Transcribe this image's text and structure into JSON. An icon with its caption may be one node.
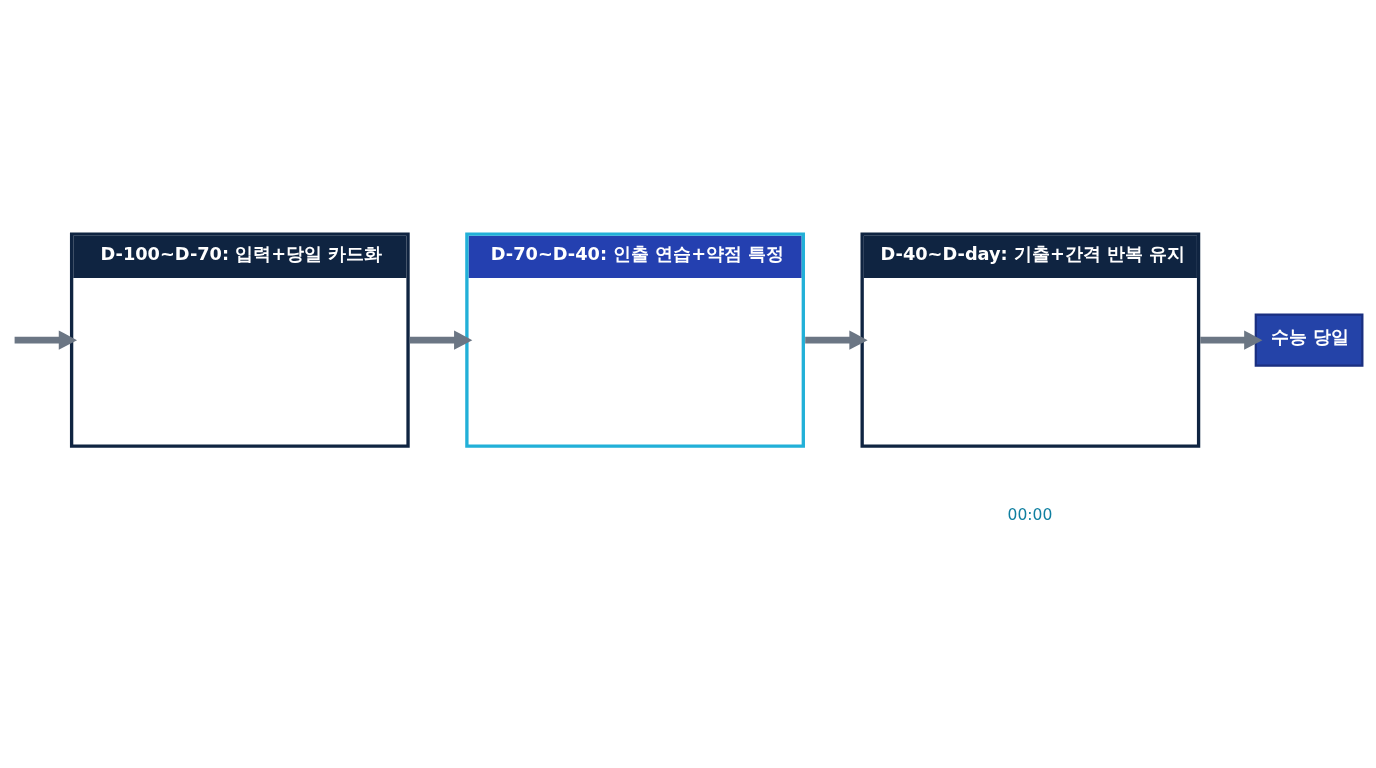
{
  "diagram": {
    "nodes": [
      {
        "text": [
          "D-100~D-70: 입력+당일 카드화"
        ]
      },
      {
        "text": [
          "D-70~D-40: 인출 연습+약점 특정"
        ]
      },
      {
        "text": [
          "D-40~D-day: 기출+간격 반복 유지"
        ]
      },
      {
        "text": [
          "수능 당일"
        ]
      }
    ],
    "edges": [
      {
        "from": null,
        "to": 0,
        "arrow": "to"
      },
      {
        "from": 0,
        "to": 1,
        "arrow": "to"
      },
      {
        "from": 1,
        "to": 2,
        "arrow": "to"
      },
      {
        "from": 2,
        "to": 3,
        "arrow": "to"
      }
    ],
    "labels": [
      "00:00"
    ]
  }
}
